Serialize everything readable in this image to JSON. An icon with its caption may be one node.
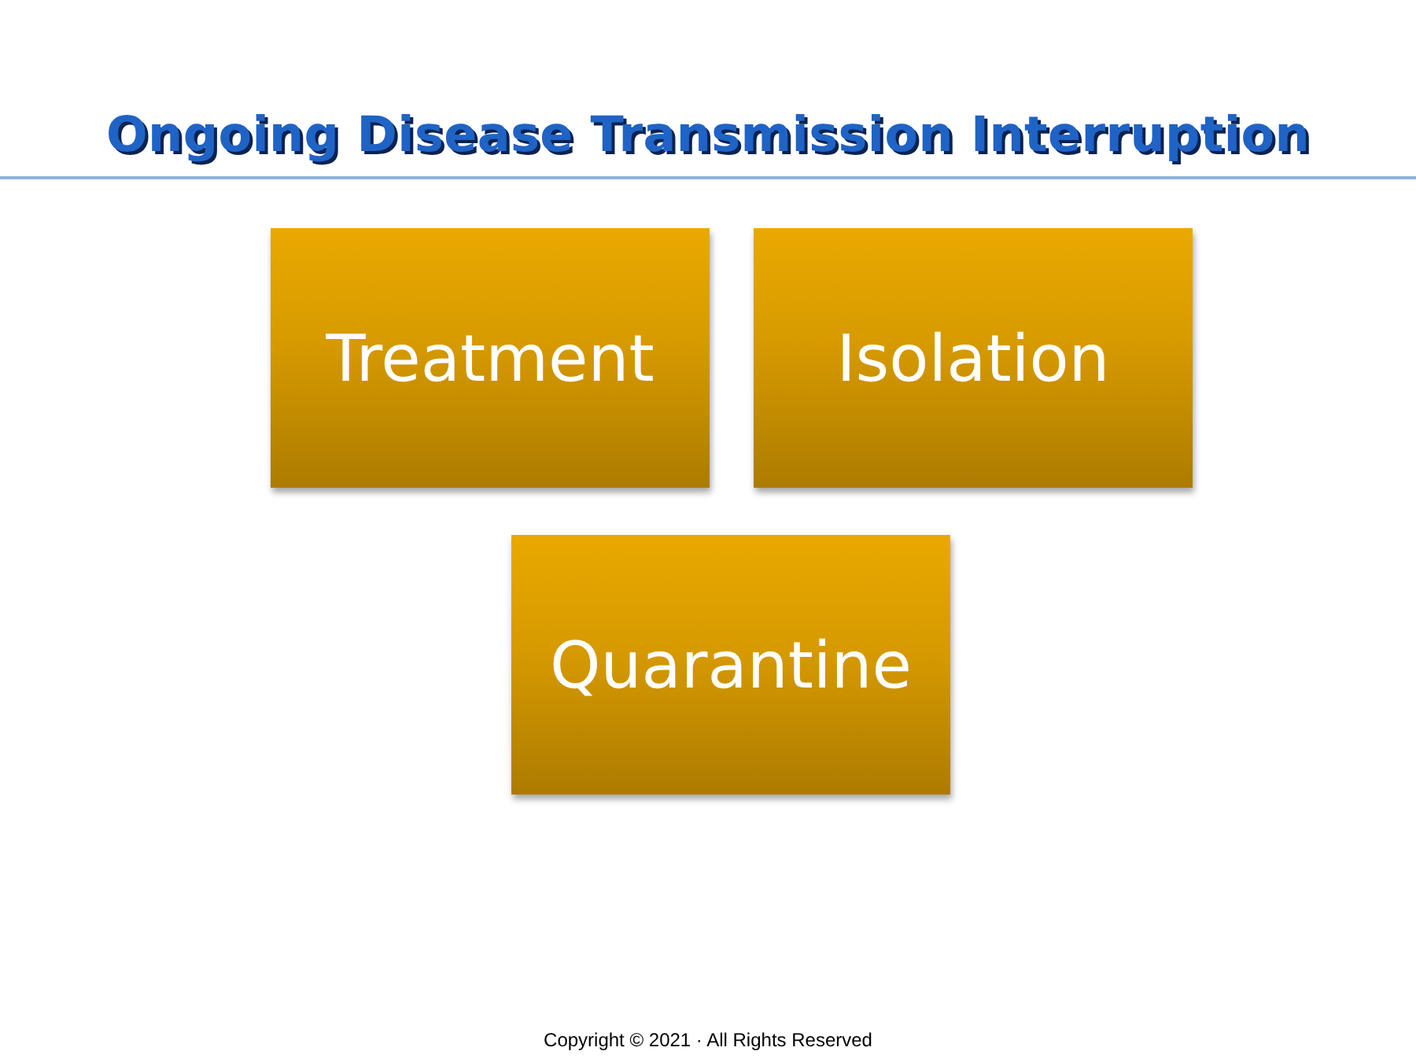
{
  "diagram": {
    "title": "Ongoing Disease Transmission Interruption",
    "nodes": [
      {
        "text": [
          "Treatment"
        ]
      },
      {
        "text": [
          "Isolation"
        ]
      },
      {
        "text": [
          "Quarantine"
        ]
      }
    ],
    "labels": [
      "Copyright © 2021 · All Rights Reserved"
    ]
  }
}
